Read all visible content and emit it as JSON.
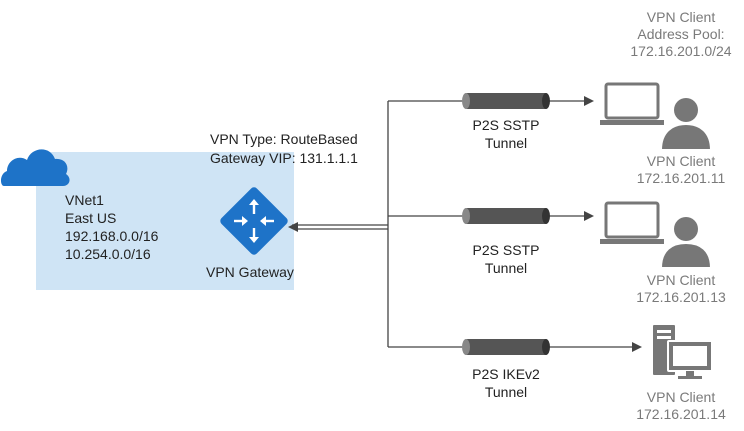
{
  "vnet": {
    "name": "VNet1",
    "region": "East US",
    "prefixes": [
      "192.168.0.0/16",
      "10.254.0.0/16"
    ]
  },
  "gateway": {
    "vpn_type": "VPN Type: RouteBased",
    "vip": "Gateway VIP: 131.1.1.1",
    "label": "VPN Gateway"
  },
  "client_pool": {
    "line1": "VPN Client",
    "line2": "Address Pool:",
    "line3": "172.16.201.0/24"
  },
  "tunnels": [
    {
      "protocol": "P2S SSTP",
      "word": "Tunnel"
    },
    {
      "protocol": "P2S SSTP",
      "word": "Tunnel"
    },
    {
      "protocol": "P2S IKEv2",
      "word": "Tunnel"
    }
  ],
  "clients": [
    {
      "label": "VPN Client",
      "ip": "172.16.201.11"
    },
    {
      "label": "VPN Client",
      "ip": "172.16.201.13"
    },
    {
      "label": "VPN Client",
      "ip": "172.16.201.14"
    }
  ],
  "colors": {
    "vnet_fill": "#cfe4f5",
    "cloud": "#1e73c8",
    "gateway": "#1e73c8",
    "line": "#444444",
    "pipe": "#555555",
    "device": "#777777",
    "text_gray": "#7a7a7a"
  }
}
